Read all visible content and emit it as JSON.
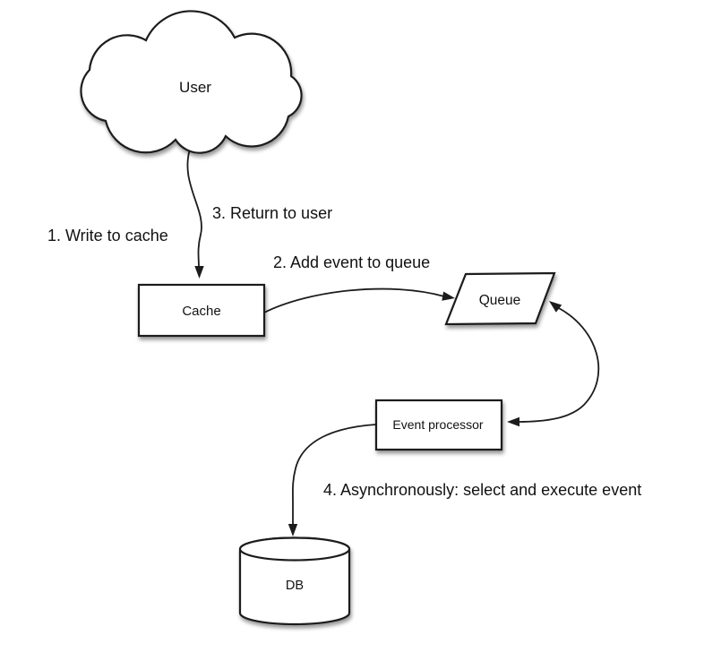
{
  "diagram": {
    "type": "flow-diagram",
    "background": "#ffffff",
    "stroke_color": "#1c1c1c",
    "fill_color": "#ffffff",
    "text_color": "#111111",
    "nodes": {
      "user": {
        "label": "User",
        "shape": "cloud"
      },
      "cache": {
        "label": "Cache",
        "shape": "rectangle"
      },
      "queue": {
        "label": "Queue",
        "shape": "parallelogram"
      },
      "event_processor": {
        "label": "Event processor",
        "shape": "rectangle"
      },
      "db": {
        "label": "DB",
        "shape": "cylinder"
      }
    },
    "steps": {
      "step1": "1. Write to cache",
      "step2": "2. Add event to queue",
      "step3": "3. Return to user",
      "step4": "4. Asynchronously: select and execute event"
    },
    "edges": [
      {
        "from": "user",
        "to": "cache",
        "label": "1. Write to cache / 3. Return to user",
        "style": "curved-arrow"
      },
      {
        "from": "cache",
        "to": "queue",
        "label": "2. Add event to queue",
        "style": "curved-arrow"
      },
      {
        "from": "queue",
        "to": "event_processor",
        "label": "",
        "style": "curved-double-arrow"
      },
      {
        "from": "event_processor",
        "to": "db",
        "label": "4. Asynchronously: select and execute event",
        "style": "curved-arrow"
      }
    ]
  }
}
